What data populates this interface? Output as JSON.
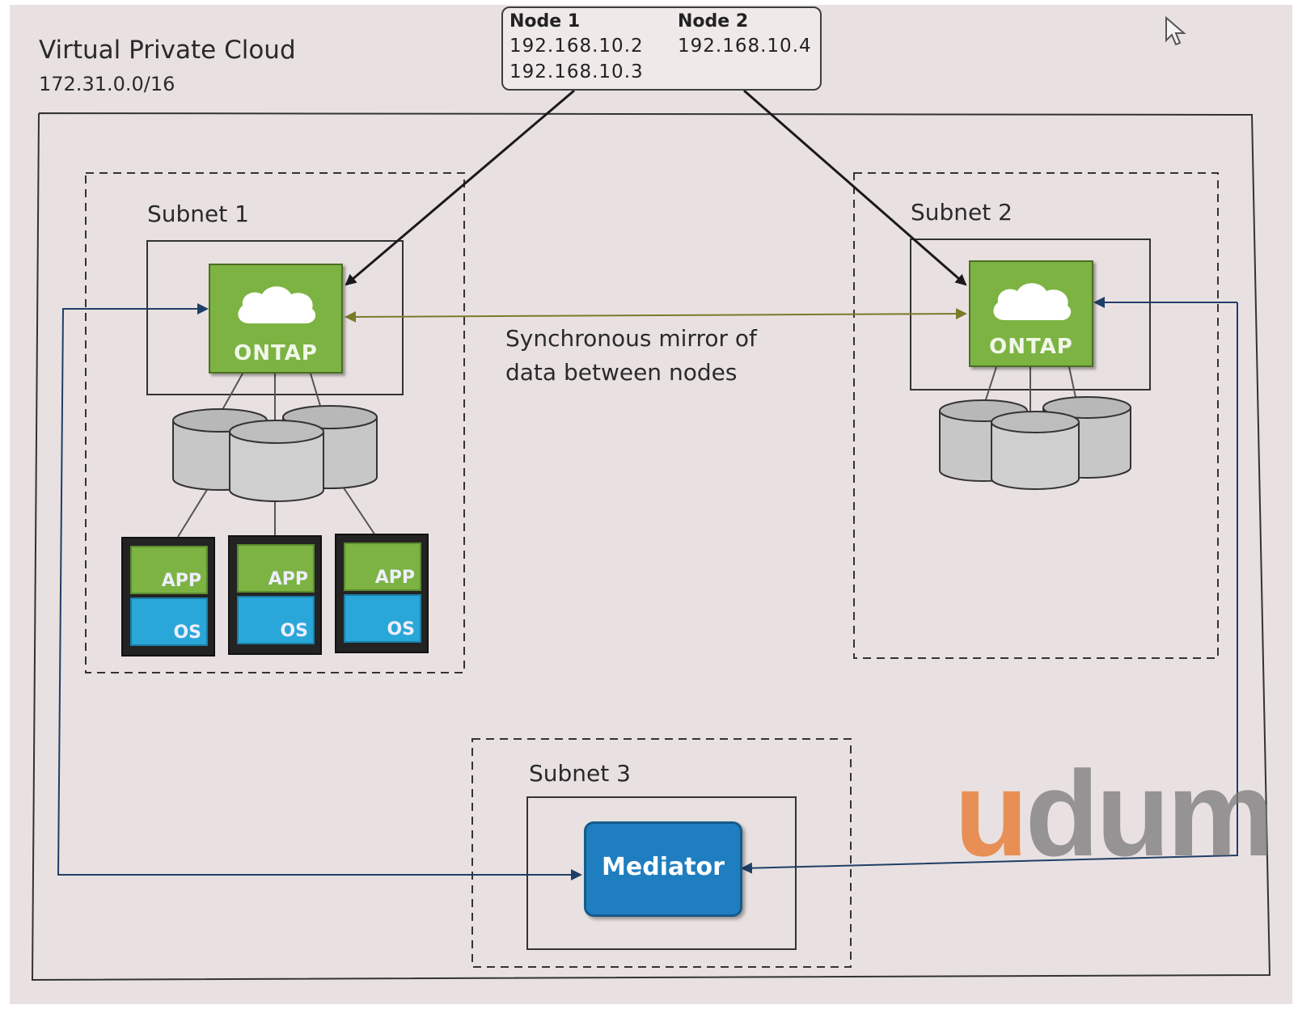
{
  "vpc": {
    "title": "Virtual Private Cloud",
    "cidr": "172.31.0.0/16"
  },
  "nodes": {
    "node1": {
      "label": "Node 1",
      "ips": [
        "192.168.10.2",
        "192.168.10.3"
      ]
    },
    "node2": {
      "label": "Node 2",
      "ips": [
        "192.168.10.4"
      ]
    }
  },
  "subnets": {
    "s1": "Subnet 1",
    "s2": "Subnet 2",
    "s3": "Subnet 3"
  },
  "ontap_label": "ONTAP",
  "mirror_text": "Synchronous mirror of data between nodes",
  "vms": [
    {
      "app": "APP",
      "os": "OS"
    },
    {
      "app": "APP",
      "os": "OS"
    },
    {
      "app": "APP",
      "os": "OS"
    }
  ],
  "mediator": "Mediator",
  "watermark": {
    "logo": "udum"
  },
  "colors": {
    "ontap_green": "#7cb342",
    "mediator_blue": "#1f7ec0",
    "os_blue": "#29a7d8",
    "arrow_olive": "#7a7a2a"
  }
}
